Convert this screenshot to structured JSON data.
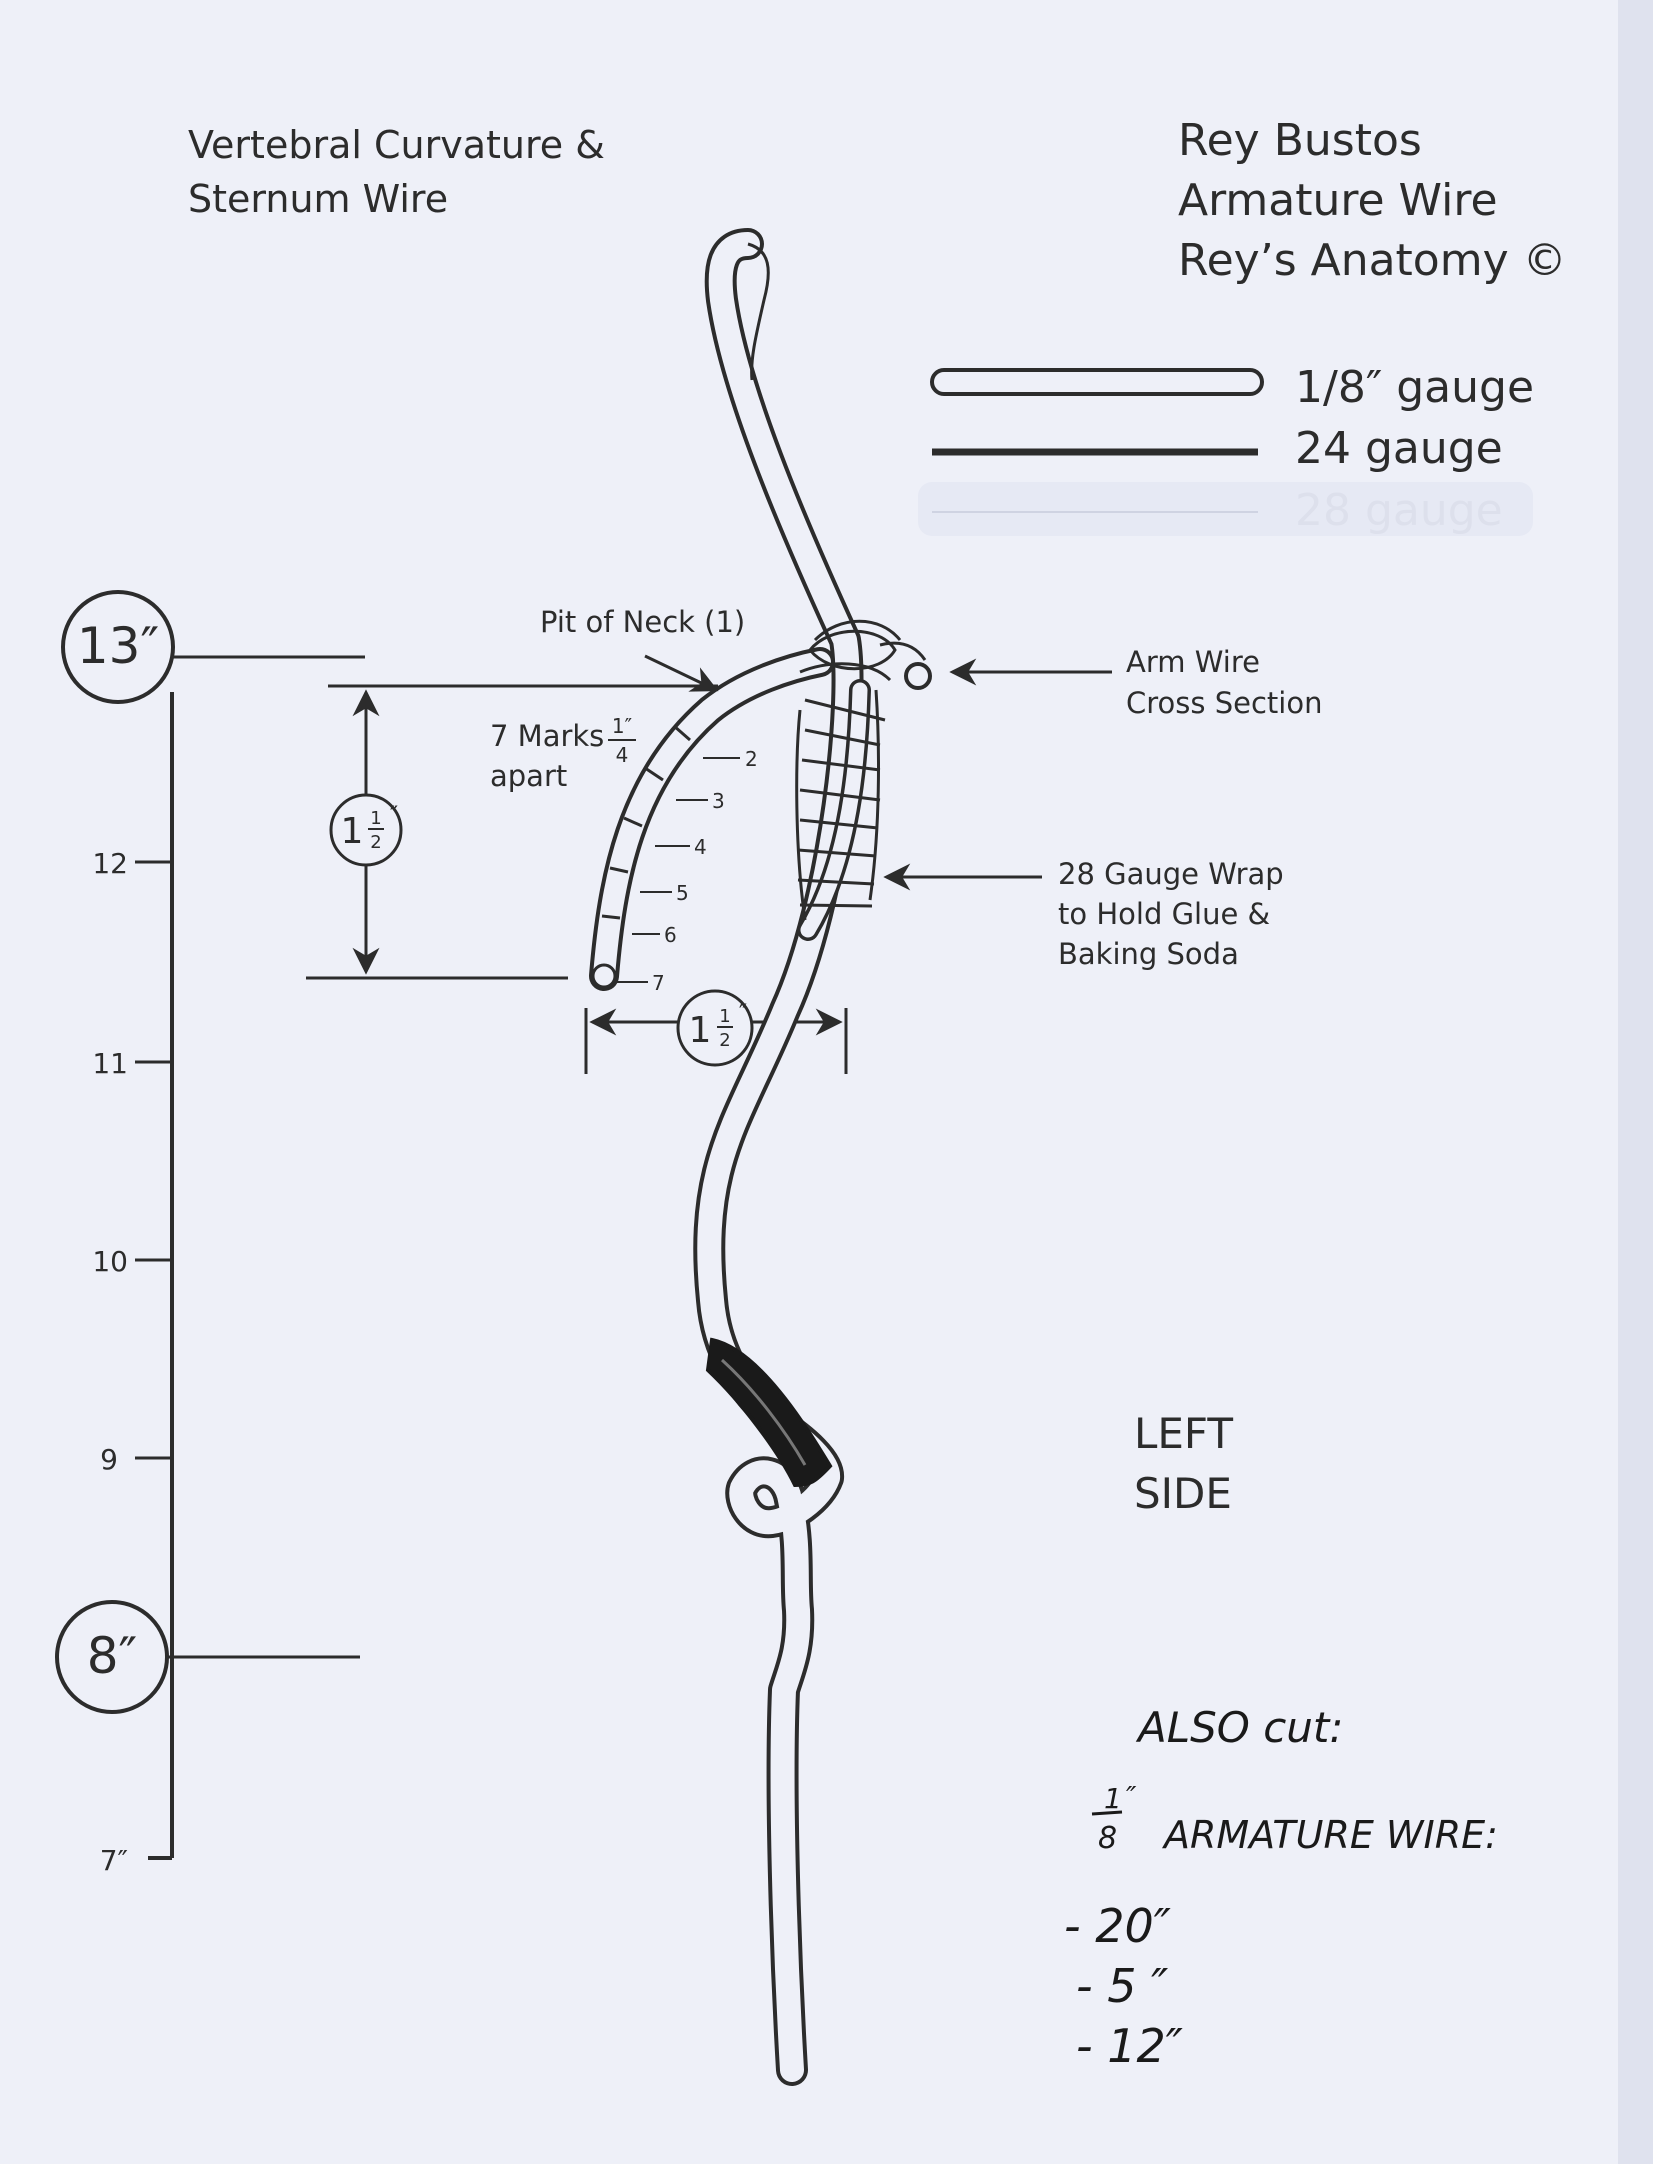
{
  "header": {
    "left_line1": "Vertebral Curvature &",
    "left_line2": "Sternum Wire",
    "right_line1": "Rey Bustos",
    "right_line2": "Armature Wire",
    "right_line3": "Rey’s Anatomy ©"
  },
  "legend": {
    "gauge_1": "1/8″ gauge",
    "gauge_2": "24 gauge",
    "gauge_3": "28 gauge"
  },
  "ruler": {
    "top_circle": "13″",
    "bottom_circle": "8″",
    "ticks": [
      "12",
      "11",
      "10",
      "9"
    ],
    "end_label": "7″"
  },
  "labels": {
    "pit_of_neck": "Pit of Neck (1)",
    "marks_text": "7 Marks",
    "marks_frac_num": "1″",
    "marks_frac_den": "4",
    "marks_apart": "apart",
    "arm_wire_1": "Arm Wire",
    "arm_wire_2": "Cross Section",
    "wrap_1": "28 Gauge Wrap",
    "wrap_2": "to Hold Glue &",
    "wrap_3": "Baking Soda",
    "side_1": "LEFT",
    "side_2": "SIDE"
  },
  "dimensions": {
    "vertical_whole": "1",
    "vertical_num": "1",
    "vertical_den": "2",
    "vertical_unit": "″",
    "horizontal_whole": "1",
    "horizontal_num": "1",
    "horizontal_den": "2",
    "horizontal_unit": "″"
  },
  "mark_numbers": [
    "2",
    "3",
    "4",
    "5",
    "6",
    "7"
  ],
  "handwritten": {
    "also_cut": "ALSO cut:",
    "frac_num": "1",
    "frac_quote": "″",
    "frac_den": "8",
    "armature_wire": "ARMATURE WIRE:",
    "item_1": "- 20″",
    "item_2": "- 5 ″",
    "item_3": "- 12″"
  },
  "colors": {
    "paper": "#eef0f8",
    "ink": "#2c2c2c"
  }
}
